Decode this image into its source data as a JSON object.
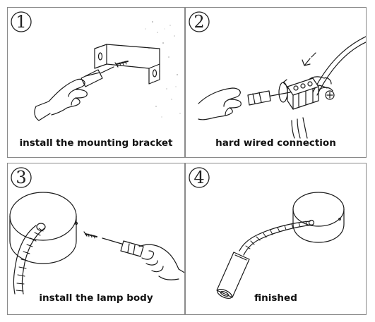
{
  "steps": [
    {
      "number": "1",
      "caption": "install the mounting bracket"
    },
    {
      "number": "2",
      "caption": "hard wired connection"
    },
    {
      "number": "3",
      "caption": "install the lamp body"
    },
    {
      "number": "4",
      "caption": "finished"
    }
  ],
  "colors": {
    "border": "#8a8a8a",
    "line": "#1a1a1a",
    "text": "#111111"
  },
  "icons": [
    "circled-number-icon",
    "hand-screwdriver-icon",
    "bracket-icon",
    "terminal-block-icon",
    "lamp-base-icon",
    "gooseneck-lamp-icon"
  ]
}
